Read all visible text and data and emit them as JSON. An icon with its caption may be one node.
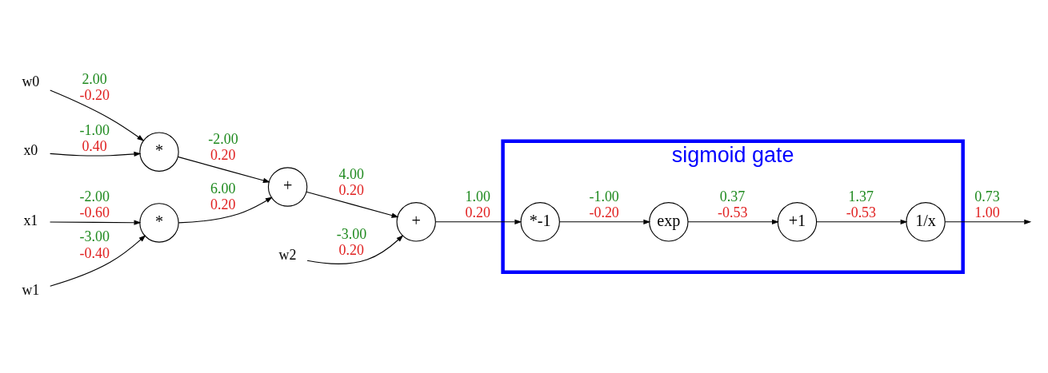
{
  "diagram": {
    "nodes": [
      {
        "text": [
          "w0"
        ]
      },
      {
        "text": [
          "x0"
        ]
      },
      {
        "text": [
          "w1"
        ]
      },
      {
        "text": [
          "x1"
        ]
      },
      {
        "text": [
          "w2"
        ]
      },
      {
        "text": [
          "*"
        ]
      },
      {
        "text": [
          "*"
        ]
      },
      {
        "text": [
          "+"
        ]
      },
      {
        "text": [
          "+"
        ]
      },
      {
        "text": [
          "sigmoid gate"
        ]
      },
      {
        "text": [
          "*-1"
        ],
        "in": 9
      },
      {
        "text": [
          "exp"
        ],
        "in": 9
      },
      {
        "text": [
          "+1"
        ],
        "in": 9
      },
      {
        "text": [
          "1/x"
        ],
        "in": 9
      }
    ],
    "edges": [
      {
        "from": 0,
        "to": 5,
        "arrow": "to",
        "label": "2.00 -0.20"
      },
      {
        "from": 1,
        "to": 5,
        "arrow": "to",
        "label": "-1.00 0.40"
      },
      {
        "from": 2,
        "to": 6,
        "arrow": "to",
        "label": "-3.00 -0.40"
      },
      {
        "from": 3,
        "to": 6,
        "arrow": "to",
        "label": "-2.00 -0.60"
      },
      {
        "from": 5,
        "to": 7,
        "arrow": "to",
        "label": "-2.00 0.20"
      },
      {
        "from": 6,
        "to": 7,
        "arrow": "to",
        "label": "6.00 0.20"
      },
      {
        "from": 7,
        "to": 8,
        "arrow": "to",
        "label": "4.00 0.20"
      },
      {
        "from": 4,
        "to": 8,
        "arrow": "to",
        "label": "-3.00 0.20"
      },
      {
        "from": 8,
        "to": 10,
        "arrow": "to",
        "label": "1.00 0.20"
      },
      {
        "from": 10,
        "to": 11,
        "arrow": "to",
        "label": "-1.00 -0.20"
      },
      {
        "from": 11,
        "to": 12,
        "arrow": "to",
        "label": "0.37 -0.53"
      },
      {
        "from": 12,
        "to": 13,
        "arrow": "to",
        "label": "1.37 -0.53"
      },
      {
        "from": 13,
        "to": null,
        "arrow": "to",
        "label": "0.73 1.00"
      }
    ]
  }
}
